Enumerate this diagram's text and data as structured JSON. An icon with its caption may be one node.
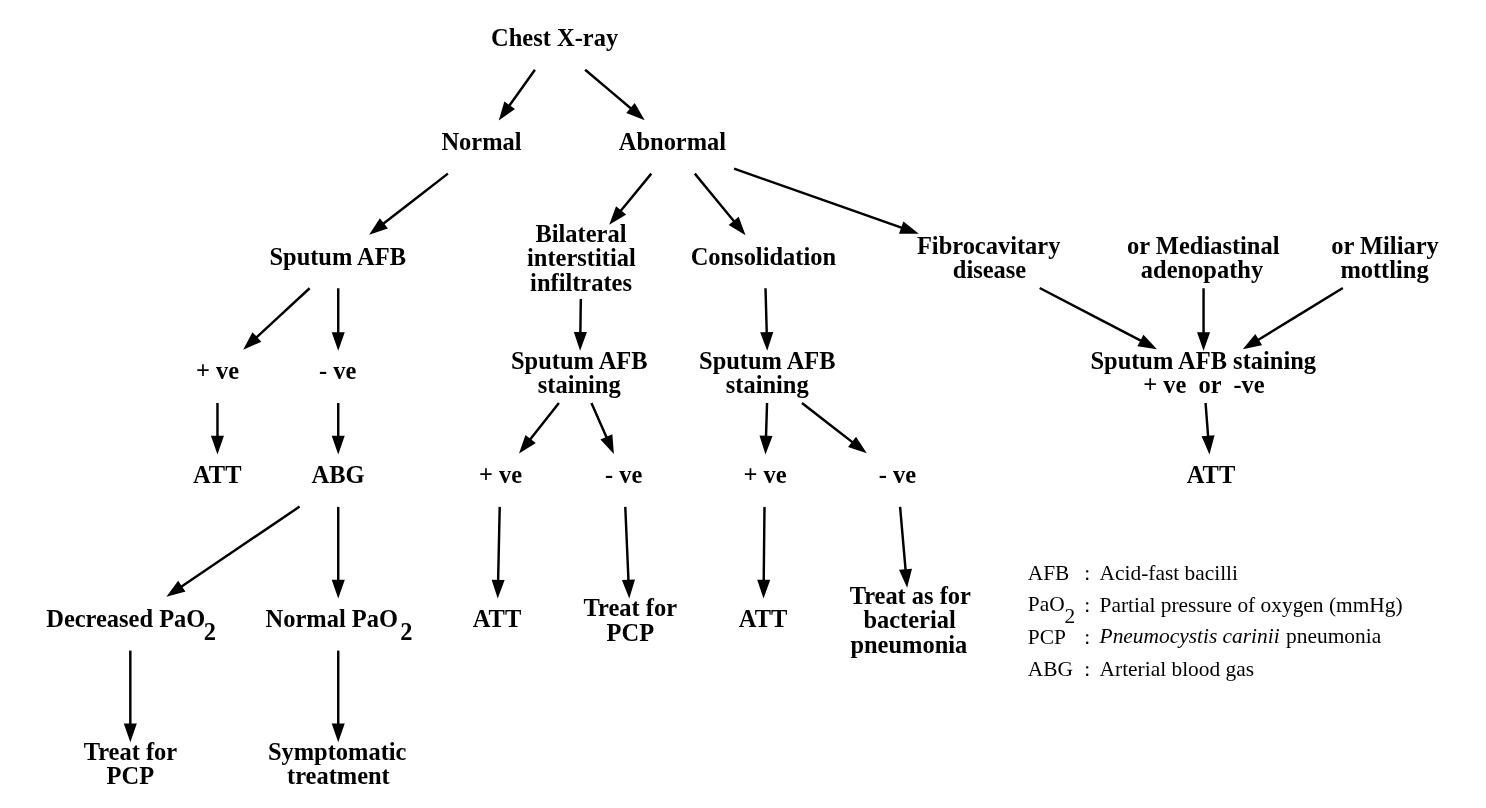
{
  "diagram": {
    "nodes": [
      {
        "text": [
          "Chest X-ray"
        ]
      },
      {
        "text": [
          "Normal"
        ]
      },
      {
        "text": [
          "Abnormal"
        ]
      },
      {
        "text": [
          "Sputum AFB"
        ]
      },
      {
        "text": [
          "+ ve"
        ]
      },
      {
        "text": [
          "- ve"
        ]
      },
      {
        "text": [
          "ATT"
        ]
      },
      {
        "text": [
          "ABG"
        ]
      },
      {
        "text": [
          "Decreased PaO$_{2}$"
        ]
      },
      {
        "text": [
          "Normal PaO$_{2}$"
        ]
      },
      {
        "text": [
          "Treat for PCP"
        ]
      },
      {
        "text": [
          "Symptomatic treatment"
        ]
      },
      {
        "text": [
          "Bilateral interstitial infiltrates"
        ]
      },
      {
        "text": [
          "Consolidation"
        ]
      },
      {
        "text": [
          "Fibrocavitary disease"
        ]
      },
      {
        "text": [
          "or Mediastinal adenopathy"
        ]
      },
      {
        "text": [
          "or Miliary mottling"
        ]
      },
      {
        "text": [
          "Sputum AFB staining"
        ]
      },
      {
        "text": [
          "+ ve"
        ]
      },
      {
        "text": [
          "- ve"
        ]
      },
      {
        "text": [
          "ATT"
        ]
      },
      {
        "text": [
          "Treat for PCP"
        ]
      },
      {
        "text": [
          "Sputum AFB staining"
        ]
      },
      {
        "text": [
          "+ ve"
        ]
      },
      {
        "text": [
          "- ve"
        ]
      },
      {
        "text": [
          "ATT"
        ]
      },
      {
        "text": [
          "Treat as for bacterial pneumonia"
        ]
      },
      {
        "text": [
          "Sputum AFB staining",
          "+ ve  or  -ve"
        ]
      },
      {
        "text": [
          "ATT"
        ]
      }
    ],
    "edges": [
      {
        "from": 0,
        "to": 1,
        "arrow": "to"
      },
      {
        "from": 0,
        "to": 2,
        "arrow": "to"
      },
      {
        "from": 1,
        "to": 3,
        "arrow": "to"
      },
      {
        "from": 3,
        "to": 4,
        "arrow": "to"
      },
      {
        "from": 3,
        "to": 5,
        "arrow": "to"
      },
      {
        "from": 4,
        "to": 6,
        "arrow": "to"
      },
      {
        "from": 5,
        "to": 7,
        "arrow": "to"
      },
      {
        "from": 7,
        "to": 8,
        "arrow": "to"
      },
      {
        "from": 7,
        "to": 9,
        "arrow": "to"
      },
      {
        "from": 8,
        "to": 10,
        "arrow": "to"
      },
      {
        "from": 9,
        "to": 11,
        "arrow": "to"
      },
      {
        "from": 2,
        "to": 12,
        "arrow": "to"
      },
      {
        "from": 2,
        "to": 13,
        "arrow": "to"
      },
      {
        "from": 2,
        "to": 14,
        "arrow": "to"
      },
      {
        "from": 12,
        "to": 17,
        "arrow": "to"
      },
      {
        "from": 13,
        "to": 22,
        "arrow": "to"
      },
      {
        "from": 14,
        "to": 27,
        "arrow": "to"
      },
      {
        "from": 15,
        "to": 27,
        "arrow": "to"
      },
      {
        "from": 16,
        "to": 27,
        "arrow": "to"
      },
      {
        "from": 17,
        "to": 18,
        "arrow": "to"
      },
      {
        "from": 17,
        "to": 19,
        "arrow": "to"
      },
      {
        "from": 18,
        "to": 20,
        "arrow": "to"
      },
      {
        "from": 19,
        "to": 21,
        "arrow": "to"
      },
      {
        "from": 22,
        "to": 23,
        "arrow": "to"
      },
      {
        "from": 22,
        "to": 24,
        "arrow": "to"
      },
      {
        "from": 23,
        "to": 25,
        "arrow": "to"
      },
      {
        "from": 24,
        "to": 26,
        "arrow": "to"
      },
      {
        "from": 27,
        "to": 28,
        "arrow": "to"
      }
    ],
    "labels": [
      "AFB",
      ":",
      "Acid-fast bacilli",
      "PaO$_{2}$",
      ":",
      "Partial pressure of oxygen (mmHg)",
      "PCP",
      ":",
      "*Pneumocystis carinii* pneumonia",
      "ABG",
      ":",
      "Arterial blood gas"
    ]
  }
}
